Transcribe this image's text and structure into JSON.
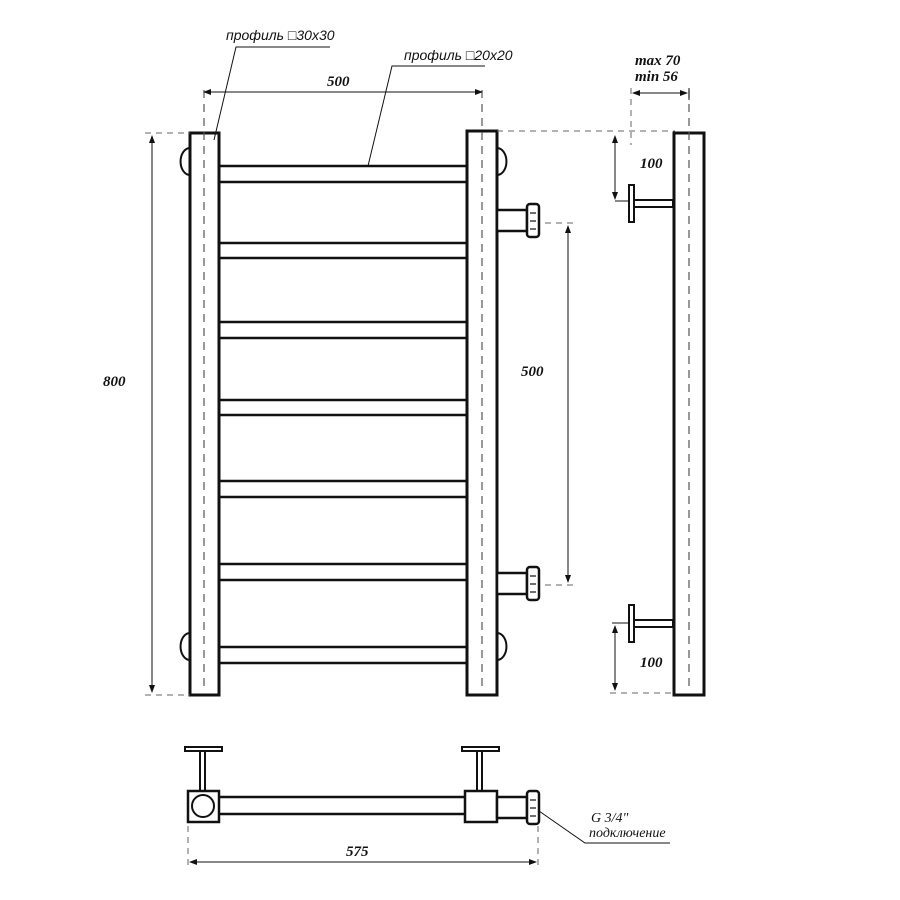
{
  "drawing": {
    "subject": "heated towel rail technical drawing",
    "stroke_color": "#111111",
    "background": "#ffffff"
  },
  "labels": {
    "profile_main_prefix": "профиль",
    "profile_main_size": "30x30",
    "profile_rung_prefix": "профиль",
    "profile_rung_size": "20x20",
    "square_symbol": "□",
    "width_dim": "500",
    "height_dim": "800",
    "axis_dim": "500",
    "depth_max": "max 70",
    "depth_min": "min 56",
    "bracket_top_dim": "100",
    "bracket_bottom_dim": "100",
    "total_width_dim": "575",
    "connection_size": "G 3/4\"",
    "connection_label": "подключение"
  },
  "views": {
    "front": {
      "name": "front view",
      "rungs": 7
    },
    "side": {
      "name": "side view",
      "brackets": 2
    },
    "top": {
      "name": "top view"
    }
  }
}
